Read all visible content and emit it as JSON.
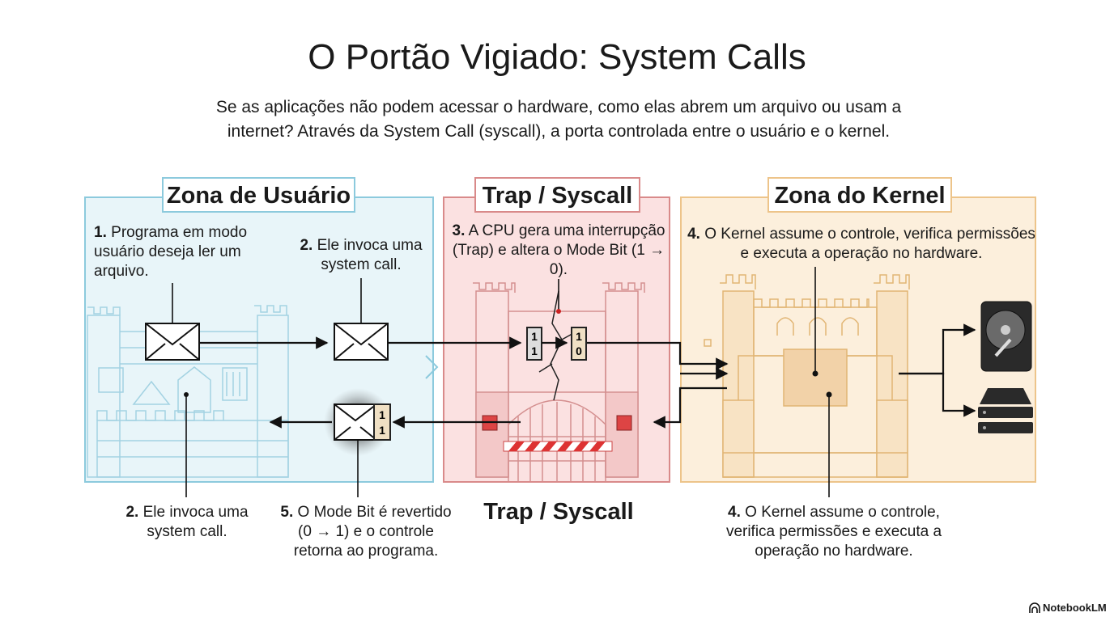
{
  "title": "O Portão Vigiado: System Calls",
  "subtitle": "Se as aplicações não podem acessar o hardware, como elas abrem um arquivo ou usam a internet? Através da System Call (syscall), a porta controlada entre o usuário e o kernel.",
  "zones": {
    "user": "Zona de Usuário",
    "trap": "Trap / Syscall",
    "kernel": "Zona do Kernel"
  },
  "steps": {
    "s1": {
      "num": "1.",
      "text": "Programa em modo usuário deseja ler um arquivo."
    },
    "s2_top": {
      "num": "2.",
      "text": "Ele invoca uma system call."
    },
    "s3": {
      "num": "3.",
      "text": "A CPU gera uma interrupção (Trap) e altera o Mode Bit (1 → 0)."
    },
    "s4_top": {
      "num": "4.",
      "text": "O Kernel assume o controle, verifica permissões e executa a operação no hardware."
    },
    "s2_bottom": {
      "num": "2.",
      "text": "Ele invoca uma system call."
    },
    "s5": {
      "num": "5.",
      "text": "O Mode Bit é revertido (0 → 1) e o controle retorna ao programa."
    },
    "s4_bottom": {
      "num": "4.",
      "text": "O Kernel assume o controle, verifica permissões e executa a operação no hardware."
    }
  },
  "bottom_label": "Trap / Syscall",
  "mode_bits": {
    "before": "1",
    "after": "0",
    "before_pair": [
      "1",
      "1"
    ],
    "after_pair": [
      "1",
      "0"
    ],
    "return_pair": [
      "1",
      "1"
    ]
  },
  "brand": "NotebookLM",
  "colors": {
    "user": "#8ccadd",
    "trap": "#d98a8a",
    "kernel": "#edc48a"
  }
}
